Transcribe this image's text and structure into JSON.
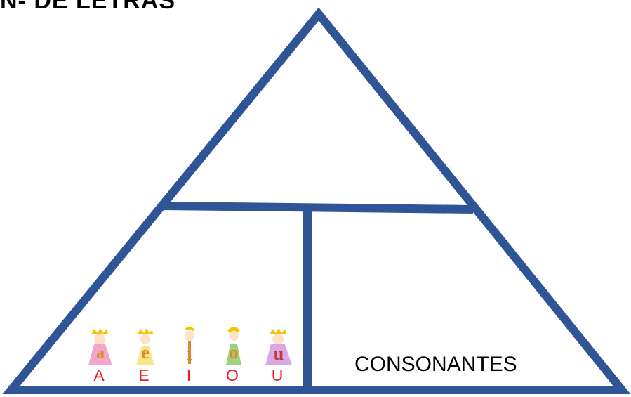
{
  "title": "N- DE LETRAS",
  "colors": {
    "triangle_stroke": "#2f5597",
    "vowel_letter": "#e8202a",
    "figure_body": "#f4a6c8",
    "figure_crown": "#f5c400",
    "figure_glyph": "#d98a2b"
  },
  "sections": {
    "top": "",
    "bottom_left": {
      "figures": [
        {
          "glyph": "a",
          "letter": "A"
        },
        {
          "glyph": "e",
          "letter": "E"
        },
        {
          "glyph": "i",
          "letter": "I"
        },
        {
          "glyph": "o",
          "letter": "O"
        },
        {
          "glyph": "u",
          "letter": "U"
        }
      ]
    },
    "bottom_right": {
      "label": "CONSONANTES"
    }
  }
}
